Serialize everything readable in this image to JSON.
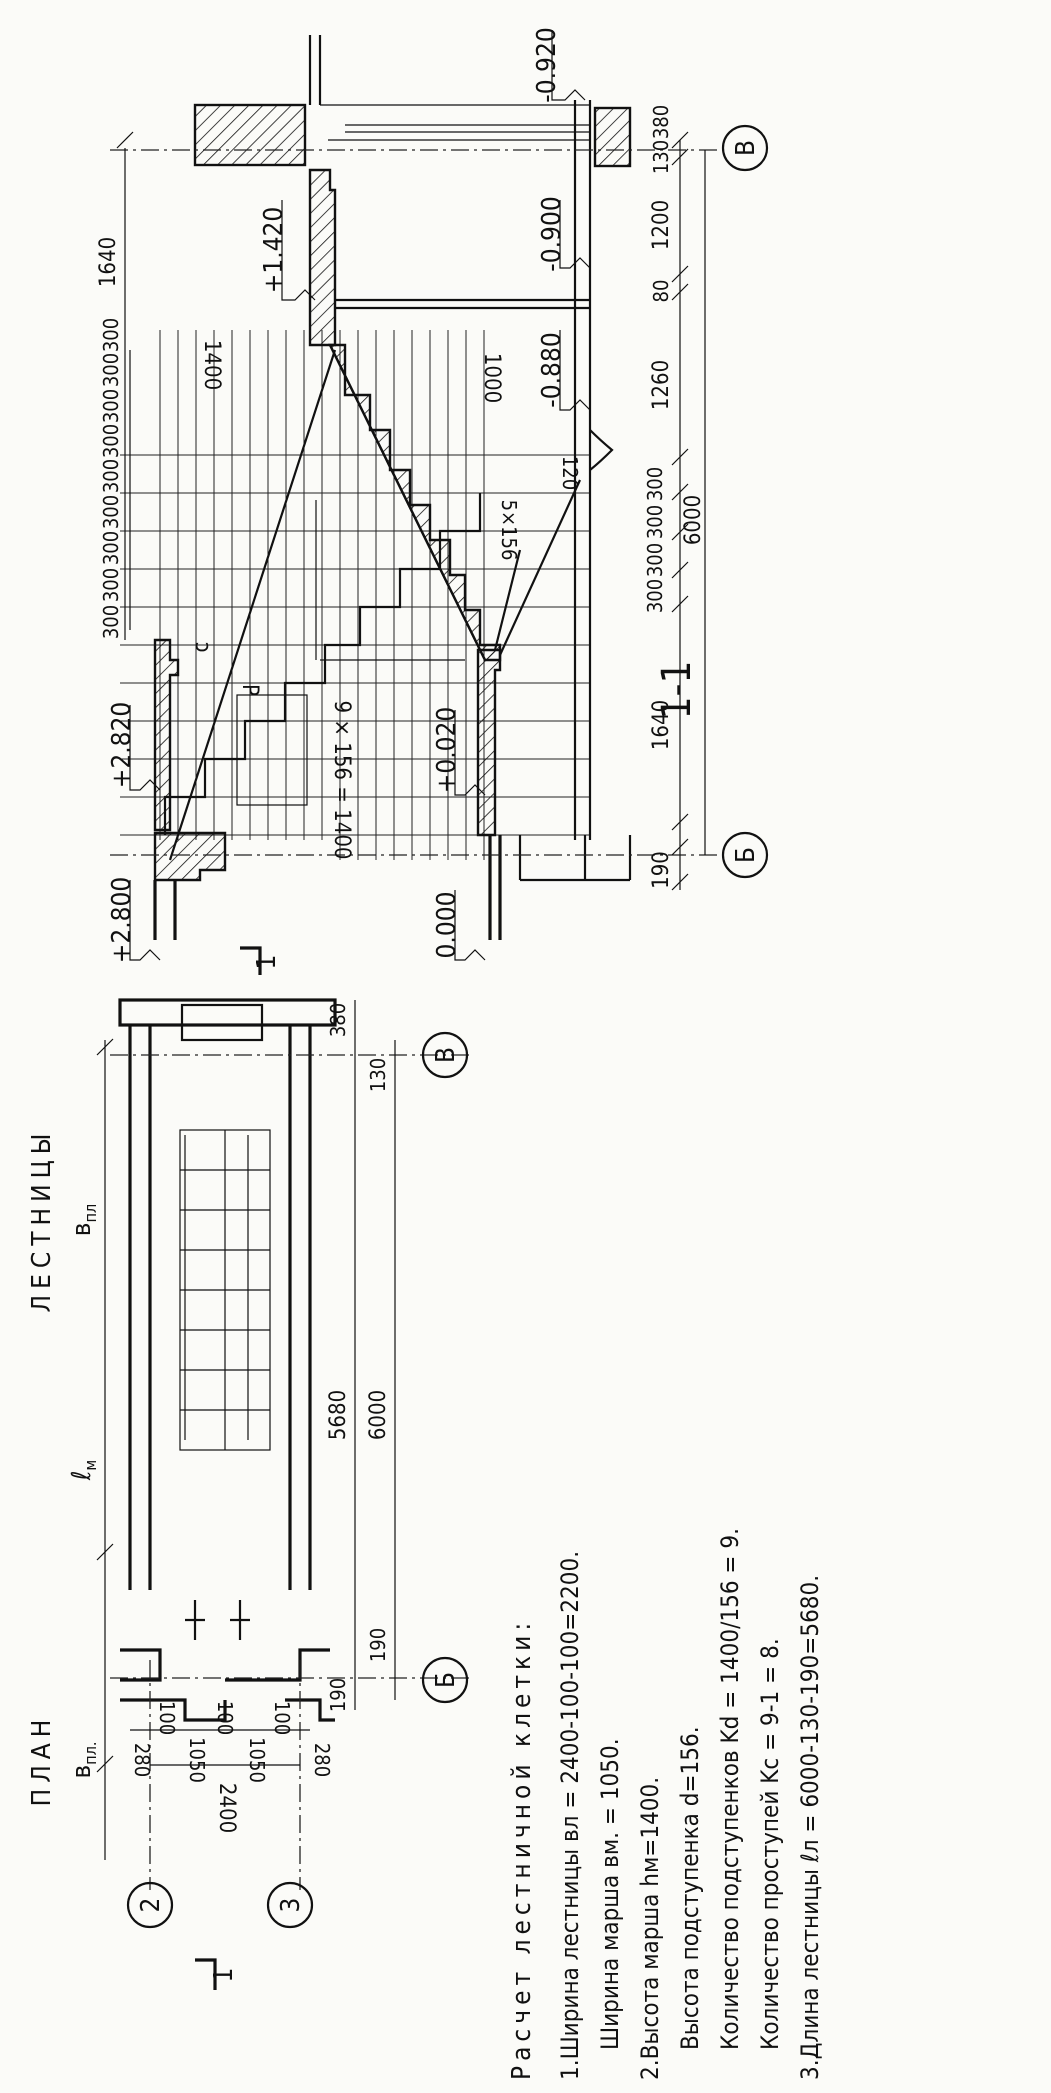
{
  "section": {
    "title": "1-1",
    "levels": {
      "l_minus0920": "-0.920",
      "l_minus0900": "-0.900",
      "l_minus0880": "-0.880",
      "l_plus1420": "+1.420",
      "l_plus2820": "+2.820",
      "l_plus2800": "+2.800",
      "l_plus0020": "+0.020",
      "l_zero": "0.000"
    },
    "dims_bottom": [
      "190",
      "1640",
      "300",
      "300",
      "300",
      "300",
      "1260",
      "80",
      "1200",
      "130",
      "380"
    ],
    "dim_total": "6000",
    "dim_top": "1640",
    "dim_riser_count": "9 × 156 = 1400",
    "dim_lower_flight": "5×156",
    "dim_120": "120",
    "dim_1400": "1400",
    "dim_1000": "1000",
    "tread_dims": [
      "300",
      "300",
      "300",
      "300",
      "300",
      "300",
      "300",
      "300",
      "300"
    ],
    "label_c": "c",
    "label_p": "P",
    "axis_b": "Б",
    "axis_v": "В"
  },
  "plan": {
    "heading_word1": "ПЛАН",
    "heading_word2": "ЛЕСТНИЦЫ",
    "label_bpl1": "в",
    "label_bpl1_sub": "пл.",
    "label_lm": "ℓ",
    "label_lm_sub": "м",
    "label_bpl2": "в",
    "label_bpl2_sub": "пл",
    "dim_total": "6000",
    "dim_inner": "5680",
    "dim_190": "190",
    "dim_130": "130",
    "dim_380": "380",
    "dim_190b": "190",
    "dims_width": [
      "280",
      "100",
      "1050",
      "100",
      "1050",
      "100",
      "280"
    ],
    "dim_width_total": "2400",
    "axis_2": "2",
    "axis_3": "3",
    "axis_b": "Б",
    "axis_v": "В",
    "cut_label": "1"
  },
  "calc": {
    "heading": "Расчет лестничной клетки:",
    "lines": [
      "1.Ширина лестницы  вл = 2400-100-100=2200.",
      "Ширина марша  вм. = 1050.",
      "2.Высота марша  hм=1400.",
      "Высота подступенка  d=156.",
      "Количество подступенков  Kd = 1400/156 = 9.",
      "Количество проступей  Kc = 9-1 = 8.",
      "3.Длина лестницы  ℓл = 6000-130-190=5680."
    ]
  }
}
